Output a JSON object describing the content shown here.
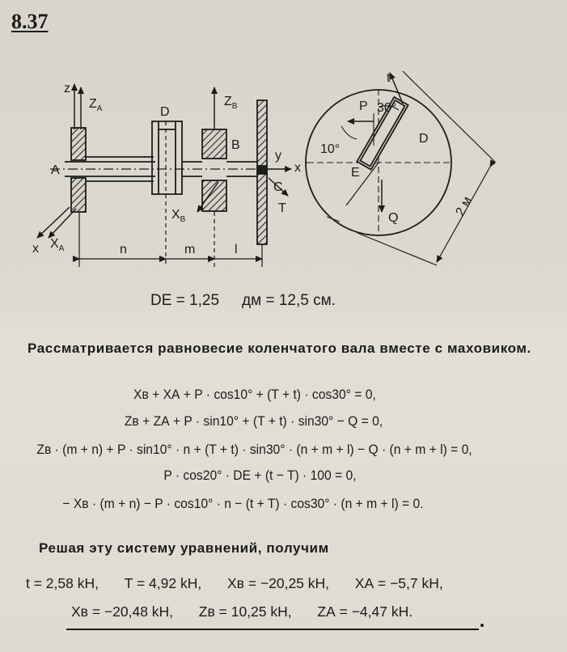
{
  "problem_number": "8.37",
  "figure": {
    "labels": {
      "z": "z",
      "ZA": "Z",
      "ZA_sub": "A",
      "A": "A",
      "D": "D",
      "ZB": "Z",
      "ZB_sub": "B",
      "B": "B",
      "y": "y",
      "C": "C",
      "x_left": "x",
      "XA": "X",
      "XA_sub": "A",
      "XB": "X",
      "XB_sub": "B",
      "n": "n",
      "m": "m",
      "l": "l",
      "t": "t",
      "P": "P",
      "angle30": "30°",
      "D_right": "D",
      "angle10": "10°",
      "x_right": "x",
      "E": "E",
      "T": "T",
      "Q": "Q",
      "diameter": "2 м"
    }
  },
  "given": {
    "lhs": "DE = 1,25",
    "rhs": "дм = 12,5 см."
  },
  "intro_text": "Рассматривается равновесие коленчатого вала вместе с маховиком.",
  "equations": [
    "Xв + XА + P · cos10° + (T + t) · cos30° = 0,",
    "Zв + ZА + P · sin10° + (T + t) · sin30° − Q = 0,",
    "Zв · (m + n) + P · sin10° · n + (T + t) · sin30° · (n + m + l) − Q · (n + m + l) = 0,",
    "P · cos20° · DE + (t − T) · 100 = 0,",
    "− Xв · (m + n) − P · cos10° · n − (t + T) · cos30° · (n + m + l) = 0."
  ],
  "solution_intro": "Решая эту систему уравнений, получим",
  "results": {
    "line1": [
      "t = 2,58 kH,",
      "T = 4,92 kH,",
      "Xв = −20,25 kH,",
      "XА = −5,7 kH,"
    ],
    "line2": [
      "Xв = −20,48 kH,",
      "Zв = 10,25 kH,",
      "ZА = −4,47 kH."
    ]
  }
}
